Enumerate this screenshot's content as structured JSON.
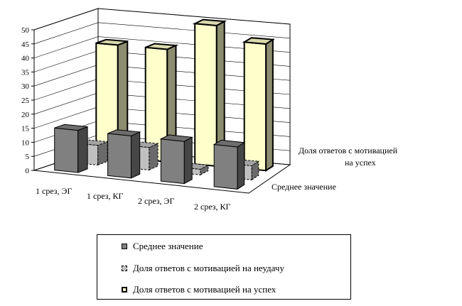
{
  "chart_data": {
    "type": "bar",
    "three_d": true,
    "categories": [
      "1 срез, ЭГ",
      "1 срез, КГ",
      "2 срез, ЭГ",
      "2 срез, КГ"
    ],
    "series": [
      {
        "name": "Среднее значение",
        "values": [
          15,
          15,
          15,
          15
        ],
        "color": "#808080"
      },
      {
        "name": "Доля ответов с мотивацией на неудачу",
        "values": [
          7,
          8,
          2,
          5
        ],
        "color": "#c0c0c0"
      },
      {
        "name": "Доля ответов с мотивацией на успех",
        "values": [
          40,
          40,
          50,
          45
        ],
        "color": "#ffffcc"
      }
    ],
    "depth_labels": [
      "Среднее значение",
      "Доля ответов с мотивацией на успех"
    ],
    "ylim": [
      0,
      50
    ],
    "yticks": [
      0,
      5,
      10,
      15,
      20,
      25,
      30,
      35,
      40,
      45,
      50
    ],
    "grid": true,
    "legend_position": "bottom"
  }
}
